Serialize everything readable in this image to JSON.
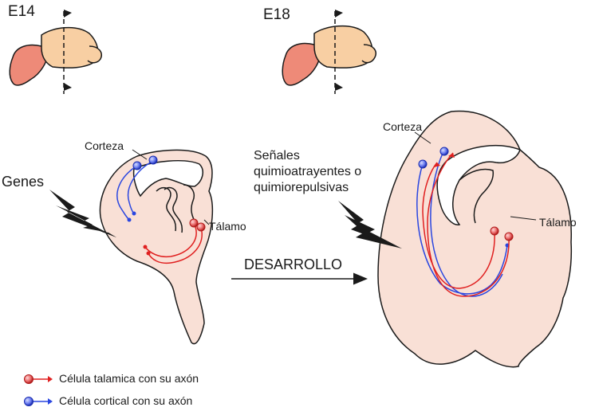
{
  "panels": {
    "e14": {
      "stage_label": "E14",
      "cortex_label": "Corteza",
      "thalamus_label": "Tálamo",
      "factor_label": "Genes"
    },
    "e18": {
      "stage_label": "E18",
      "cortex_label": "Corteza",
      "thalamus_label": "Tálamo",
      "factor_label": "Señales\nquimioatrayentes o\nquimiorepulsivas"
    }
  },
  "transition_label": "DESARROLLO",
  "legend": [
    {
      "label": "Célula talamica con su axón",
      "color": "#e02020"
    },
    {
      "label": "Célula cortical con su axón",
      "color": "#2a46e0"
    }
  ],
  "colors": {
    "tissue_fill": "#f9e0d6",
    "brain_fill": "#f8cfa3",
    "brain_front": "#ee8a78",
    "outline": "#1a1a1a"
  }
}
